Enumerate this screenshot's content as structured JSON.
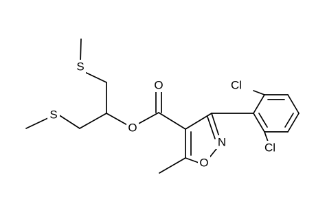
{
  "molecule": {
    "atoms": {
      "s_top": "S",
      "s_left": "S",
      "o_ester": "O",
      "o_carbonyl": "O",
      "o_ring": "O",
      "n_ring": "N",
      "cl_top": "Cl",
      "cl_bottom": "Cl"
    }
  },
  "colors": {
    "bond": "#000000",
    "label": "#000000",
    "background": "#ffffff"
  }
}
